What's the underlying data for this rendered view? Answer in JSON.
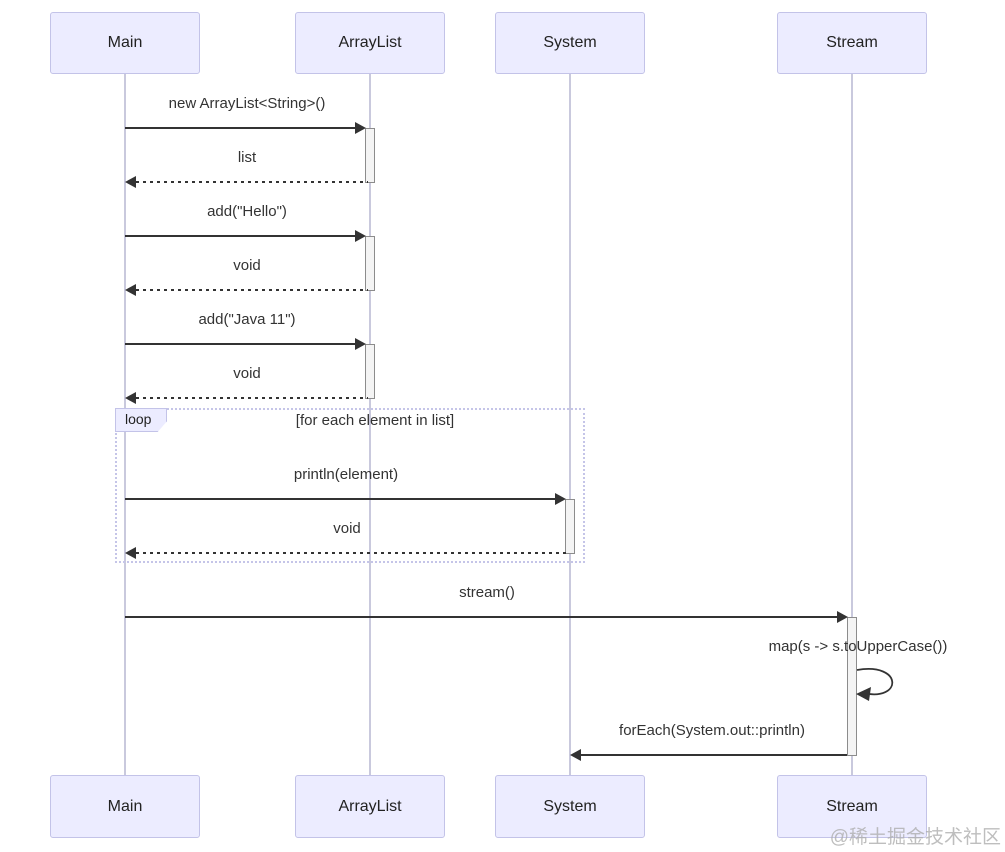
{
  "diagram": {
    "type": "uml-sequence-diagram",
    "participants": [
      {
        "name": "Main"
      },
      {
        "name": "ArrayList"
      },
      {
        "name": "System"
      },
      {
        "name": "Stream"
      }
    ],
    "messages": [
      {
        "from": "Main",
        "to": "ArrayList",
        "style": "solid",
        "text": "new ArrayList<String>()"
      },
      {
        "from": "ArrayList",
        "to": "Main",
        "style": "dashed",
        "text": "list"
      },
      {
        "from": "Main",
        "to": "ArrayList",
        "style": "solid",
        "text": "add(\"Hello\")"
      },
      {
        "from": "ArrayList",
        "to": "Main",
        "style": "dashed",
        "text": "void"
      },
      {
        "from": "Main",
        "to": "ArrayList",
        "style": "solid",
        "text": "add(\"Java 11\")"
      },
      {
        "from": "ArrayList",
        "to": "Main",
        "style": "dashed",
        "text": "void"
      },
      {
        "from": "Main",
        "to": "System",
        "style": "solid",
        "text": "println(element)"
      },
      {
        "from": "System",
        "to": "Main",
        "style": "dashed",
        "text": "void"
      },
      {
        "from": "Main",
        "to": "Stream",
        "style": "solid",
        "text": "stream()"
      },
      {
        "from": "Stream",
        "to": "Stream",
        "style": "self",
        "text": "map(s -> s.toUpperCase())"
      },
      {
        "from": "Stream",
        "to": "System",
        "style": "solid",
        "text": "forEach(System.out::println)"
      }
    ],
    "loop": {
      "label": "loop",
      "condition": "[for each element in list]"
    },
    "watermark": "@稀土掘金技术社区",
    "colors": {
      "actor_fill": "#ECECFF",
      "actor_border": "#c3c3e8",
      "text_color": "#333333",
      "arrow_color": "#333333",
      "lifeline_color": "#c9c9dd",
      "activation_fill": "#f4f4f4",
      "activation_border": "#8c8c8c",
      "loop_border": "#c5c5e8",
      "watermark_color": "#aeaeae"
    }
  }
}
